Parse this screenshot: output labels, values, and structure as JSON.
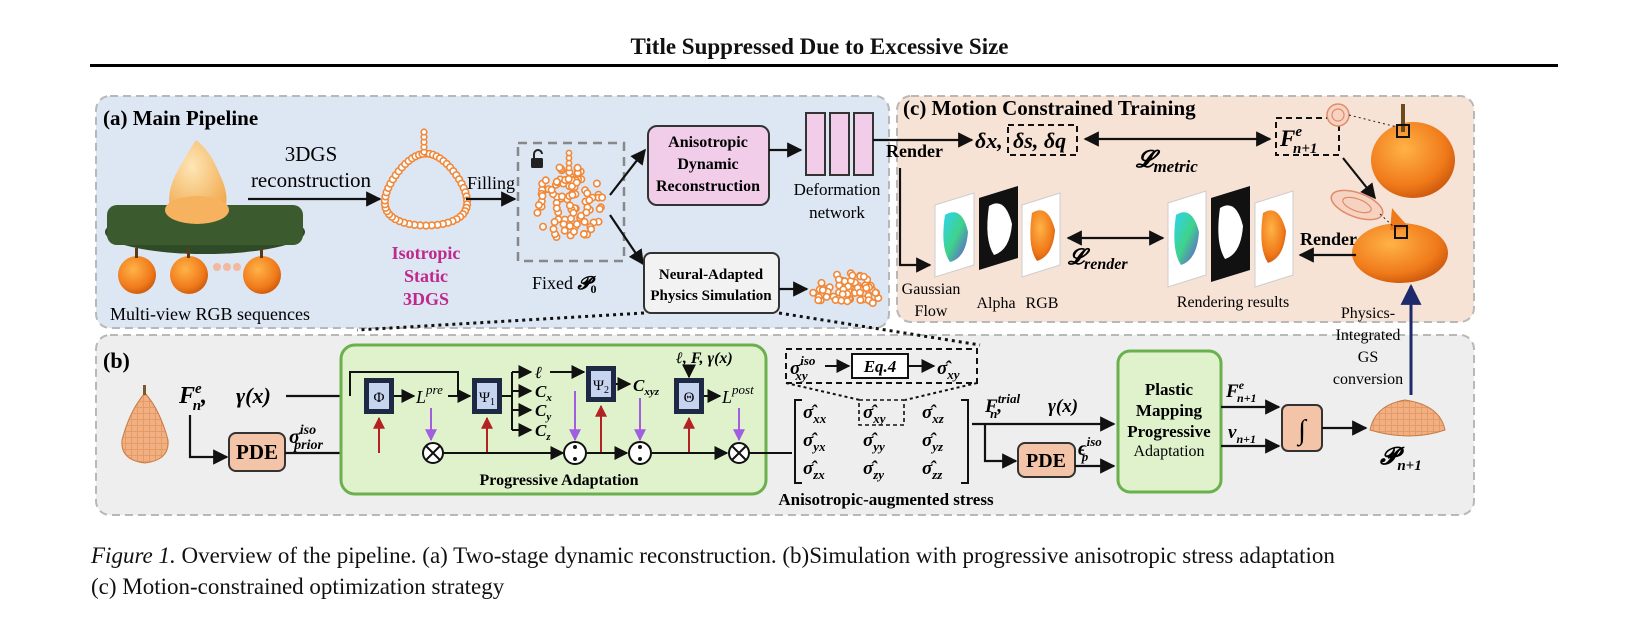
{
  "page_title": "Title Suppressed Due to Excessive Size",
  "panel_a": {
    "title": "(a) Main Pipeline",
    "reconstruction_label_1": "3DGS",
    "reconstruction_label_2": "reconstruction",
    "input_caption": "Multi-view RGB sequences",
    "isotropic_1": "Isotropic",
    "isotropic_2": "Static",
    "isotropic_3": "3DGS",
    "filling_label": "Filling",
    "fixed_label": "Fixed ",
    "fixed_symbol": "𝓟",
    "fixed_sub": "0",
    "aniso_box_1": "Anisotropic",
    "aniso_box_2": "Dynamic",
    "aniso_box_3": "Reconstruction",
    "deformation_1": "Deformation",
    "deformation_2": "network",
    "neural_box_1": "Neural-Adapted",
    "neural_box_2": "Physics Simulation"
  },
  "panel_c": {
    "title": "(c) Motion Constrained Training",
    "render_left": "Render",
    "delta_x": "δx,",
    "delta_sq": "δs, δq",
    "loss_metric": "𝓛",
    "loss_metric_sub": "metric",
    "F_label": "F",
    "F_sup": "e",
    "F_sub": "n+1",
    "loss_render": "𝓛",
    "loss_render_sub": "render",
    "render_right": "Render",
    "label_gaussian_1": "Gaussian",
    "label_gaussian_2": "Flow",
    "label_alpha": "Alpha",
    "label_rgb": "RGB",
    "rendering_results": "Rendering results",
    "conversion_1": "Physics-",
    "conversion_2": "Integrated",
    "conversion_3": "GS",
    "conversion_4": "conversion"
  },
  "panel_b": {
    "title": "(b)",
    "F_input": "F",
    "F_input_sup": "e",
    "F_input_sub": "n",
    "gamma": "γ(x)",
    "pde": "PDE",
    "sigma_prior": "σ",
    "sigma_prior_sup": "iso",
    "sigma_prior_sub": "prior",
    "phi": "Φ",
    "psi1": "Ψ",
    "psi1_sub": "1",
    "psi2": "Ψ",
    "psi2_sub": "2",
    "theta": "Θ",
    "L_pre": "L",
    "L_pre_sup": "pre",
    "L_post": "L",
    "L_post_sup": "post",
    "ell": "ℓ",
    "C_x": "C",
    "C_x_sub": "x",
    "C_y": "C",
    "C_y_sub": "y",
    "C_z": "C",
    "C_z_sub": "z",
    "C_xyz": "C",
    "C_xyz_sub": "xyz",
    "top_inputs": "ℓ, F, γ(x)",
    "progressive_adaptation": "Progressive Adaptation",
    "sigma_xy_iso": "σ",
    "sigma_xy_iso_sup": "iso",
    "sigma_xy_iso_sub": "xy",
    "eq4": "Eq.4",
    "sigma_hat": "σ̂",
    "sigma_hat_sub": "xy",
    "matrix": [
      [
        "xx",
        "xy",
        "xz"
      ],
      [
        "yx",
        "yy",
        "yz"
      ],
      [
        "zx",
        "zy",
        "zz"
      ]
    ],
    "stress_caption": "Anisotropic-augmented stress",
    "F_trial": "F",
    "F_trial_sup": "trial",
    "F_trial_sub": "n",
    "gamma2": "γ(x)",
    "pde2": "PDE",
    "eps": "ϵ",
    "eps_sup": "iso",
    "eps_sub": "p",
    "plastic_1": "Plastic",
    "plastic_2": "Mapping",
    "plastic_3": "Progressive",
    "plastic_4": "Adaptation",
    "F_next": "F",
    "F_next_sup": "e",
    "F_next_sub": "n+1",
    "v_next": "v",
    "v_next_sub": "n+1",
    "integral": "∫",
    "P_next": "𝓟",
    "P_next_sub": "n+1"
  },
  "caption": {
    "label": "Figure 1.",
    "line1": " Overview of the pipeline. (a) Two-stage dynamic reconstruction. (b)Simulation with progressive anisotropic stress adaptation",
    "line2": "(c) Motion-constrained optimization strategy"
  },
  "colors": {
    "panel_a_bg": "#dde6f3",
    "panel_c_bg": "#f7e3d6",
    "panel_b_bg": "#eeeeee",
    "green_box": "#dff2cc",
    "green_border": "#6ab04c",
    "pink_box": "#f2cdea",
    "pde_box": "#f3c4a7",
    "magenta_text": "#c0288c",
    "orange_point": "#f0883a",
    "arrow_red": "#b22222",
    "arrow_purple": "#a25ee0",
    "arrow_navy": "#1f2a6b"
  }
}
